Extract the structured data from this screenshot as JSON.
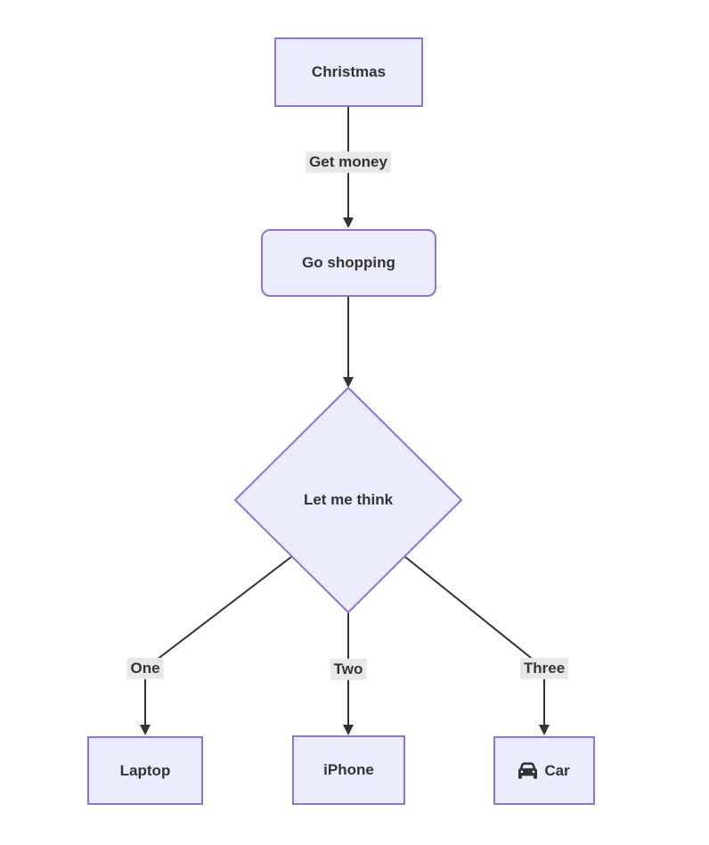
{
  "diagram": {
    "type": "flowchart",
    "direction": "top-down",
    "nodes": {
      "christmas": {
        "label": "Christmas",
        "shape": "rectangle"
      },
      "go_shopping": {
        "label": "Go shopping",
        "shape": "rounded-rectangle"
      },
      "decision": {
        "label": "Let me think",
        "shape": "diamond"
      },
      "laptop": {
        "label": "Laptop",
        "shape": "rectangle"
      },
      "iphone": {
        "label": "iPhone",
        "shape": "rectangle"
      },
      "car": {
        "label": "Car",
        "shape": "rectangle",
        "icon": "car-icon"
      }
    },
    "edges": [
      {
        "from": "christmas",
        "to": "go_shopping",
        "label": "Get money"
      },
      {
        "from": "go_shopping",
        "to": "decision",
        "label": ""
      },
      {
        "from": "decision",
        "to": "laptop",
        "label": "One"
      },
      {
        "from": "decision",
        "to": "iphone",
        "label": "Two"
      },
      {
        "from": "decision",
        "to": "car",
        "label": "Three"
      }
    ],
    "colors": {
      "node_fill": "#ECECFF",
      "node_border": "#9370DB",
      "edge_stroke": "#333333",
      "edge_label_bg": "#e8e8e8",
      "text": "#333333",
      "background": "#ffffff"
    }
  }
}
